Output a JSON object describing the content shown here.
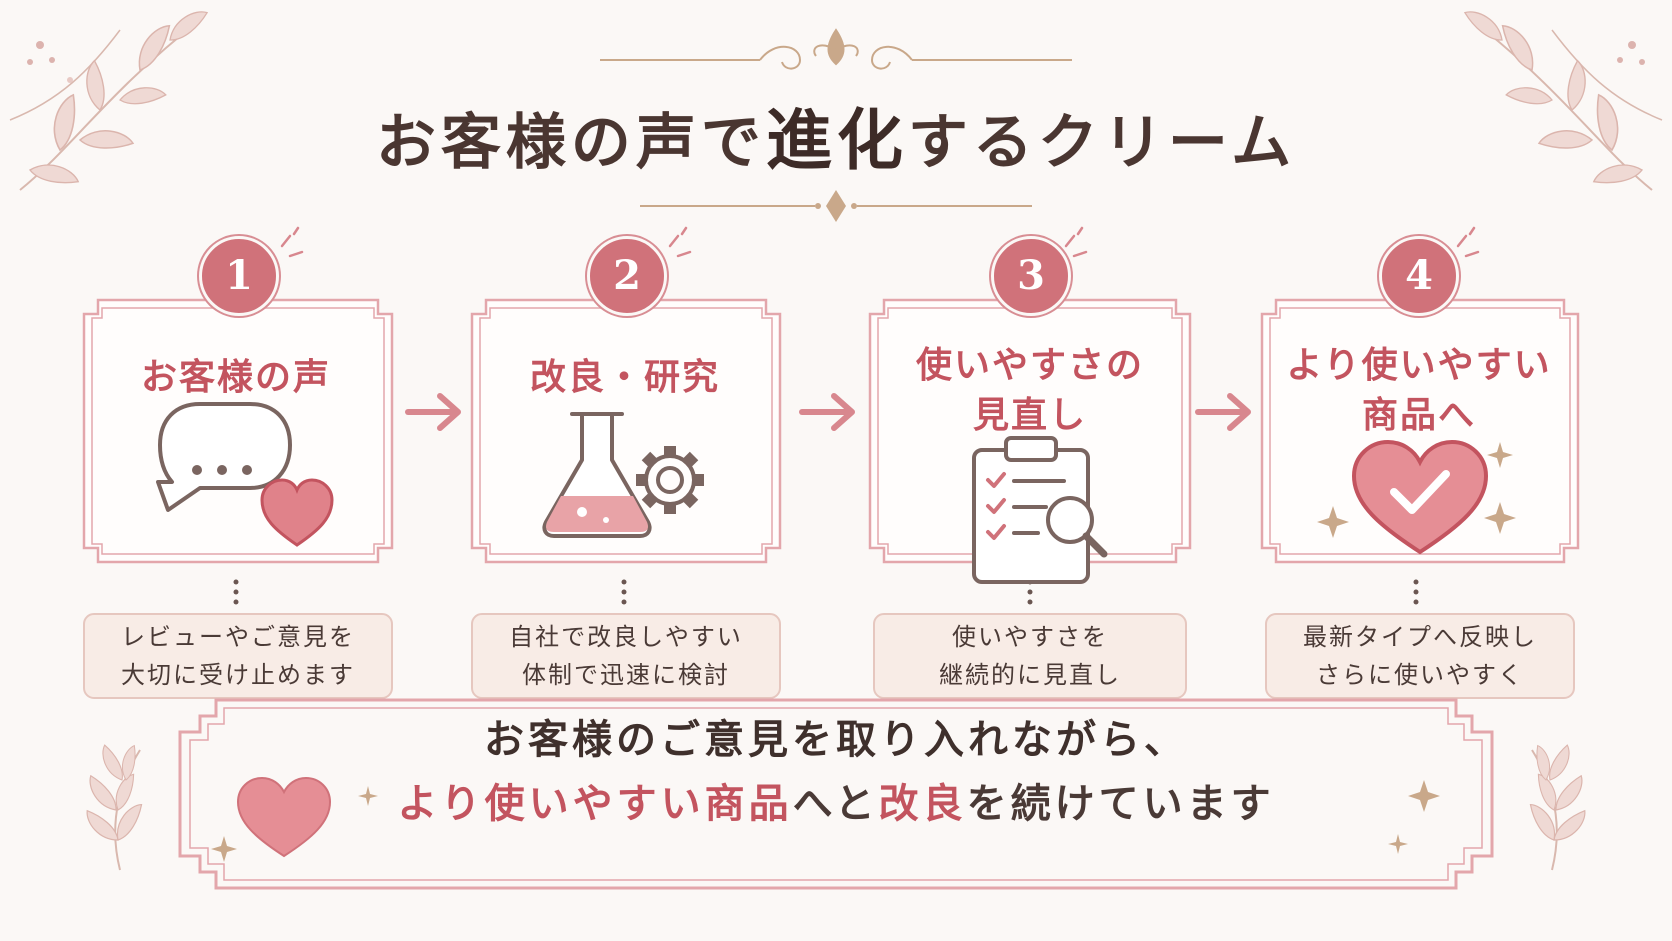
{
  "title": {
    "part1": "お客様の声で",
    "part2": "進化",
    "part3": "するクリーム"
  },
  "steps": [
    {
      "number": "1",
      "title_lines": [
        "お客様の声"
      ],
      "icon": "speech-bubble-heart-icon",
      "note_lines": [
        "レビューやご意見を",
        "大切に受け止めます"
      ]
    },
    {
      "number": "2",
      "title_lines": [
        "改良・研究"
      ],
      "icon": "flask-gear-icon",
      "note_lines": [
        "自社で改良しやすい",
        "体制で迅速に検討"
      ]
    },
    {
      "number": "3",
      "title_lines": [
        "使いやすさの",
        "見直し"
      ],
      "icon": "clipboard-magnifier-icon",
      "note_lines": [
        "使いやすさを",
        "継続的に見直し"
      ]
    },
    {
      "number": "4",
      "title_lines": [
        "より使いやすい",
        "商品へ"
      ],
      "icon": "heart-check-icon",
      "note_lines": [
        "最新タイプへ反映し",
        "さらに使いやすく"
      ]
    }
  ],
  "banner": {
    "line1": "お客様のご意見を取り入れながら、",
    "line2_hl1": "より使いやすい商品",
    "line2_mid1": "へと",
    "line2_hl2": "改良",
    "line2_end": "を続けています"
  },
  "colors": {
    "accent": "#d0727a",
    "accent_text": "#c3545f",
    "frame": "#e3a6ab",
    "note_bg": "#f8ece6",
    "icon_line": "#7a6560",
    "gold": "#c9a88a"
  }
}
